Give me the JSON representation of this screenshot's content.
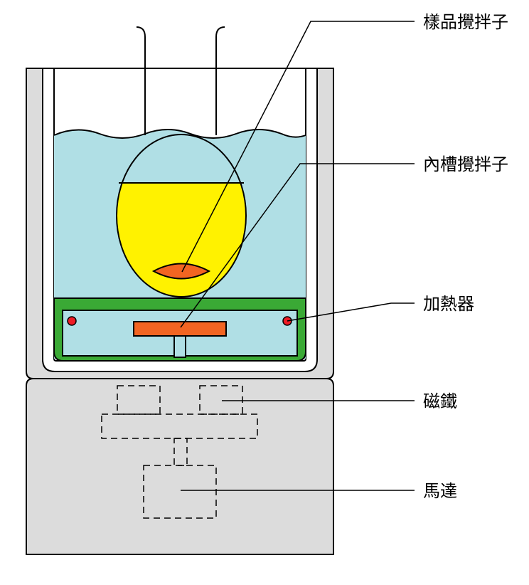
{
  "labels": {
    "sample_stirrer": "樣品攪拌子",
    "inner_tank_stirrer": "內槽攪拌子",
    "heater": "加熱器",
    "magnet": "磁鐵",
    "motor": "馬達"
  },
  "colors": {
    "outer_case": "#dcdcdc",
    "outline": "#000000",
    "bath_water": "#b0dfe5",
    "sample_liquid": "#fff200",
    "stirrer": "#f26522",
    "heater_plate": "#3aa935",
    "heater_element": "#ee1c25",
    "background": "#ffffff"
  }
}
